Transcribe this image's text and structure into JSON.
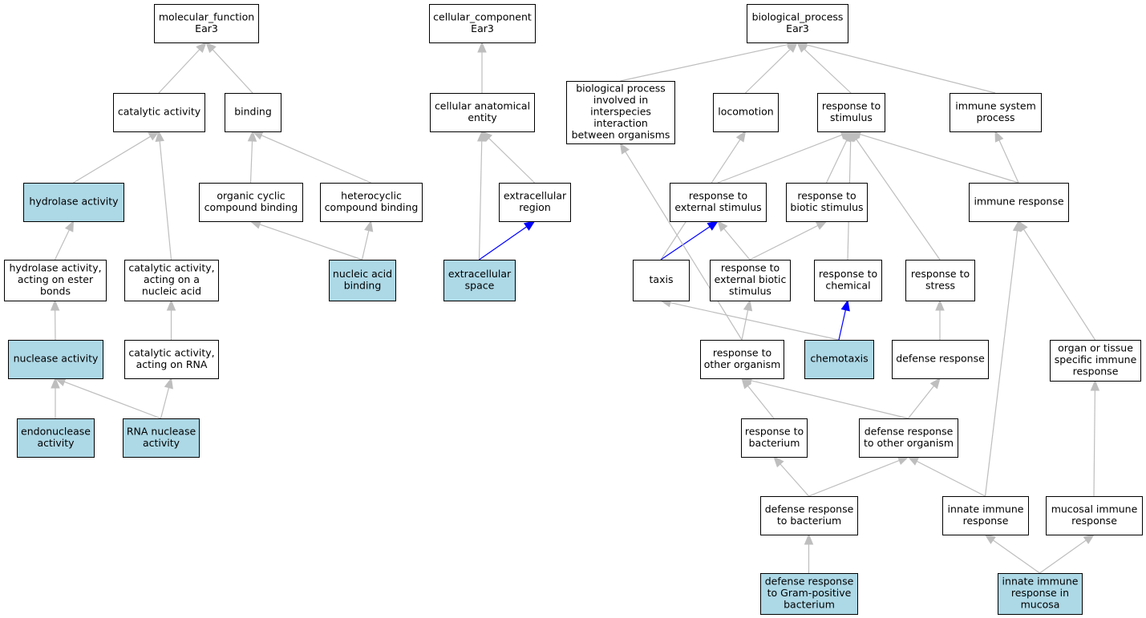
{
  "colors": {
    "highlight_fill": "#add8e6",
    "plain_fill": "#ffffff",
    "edge_default": "#bebebe",
    "edge_highlight": "#0000ff",
    "border": "#000000"
  },
  "nodes": [
    {
      "id": "mf",
      "lines": [
        "molecular_function",
        "Ear3"
      ],
      "highlighted": false
    },
    {
      "id": "cc",
      "lines": [
        "cellular_component",
        "Ear3"
      ],
      "highlighted": false
    },
    {
      "id": "bp",
      "lines": [
        "biological_process",
        "Ear3"
      ],
      "highlighted": false
    },
    {
      "id": "cat",
      "lines": [
        "catalytic activity"
      ],
      "highlighted": false
    },
    {
      "id": "binding",
      "lines": [
        "binding"
      ],
      "highlighted": false
    },
    {
      "id": "cae",
      "lines": [
        "cellular anatomical",
        "entity"
      ],
      "highlighted": false
    },
    {
      "id": "bpinter",
      "lines": [
        "biological process",
        "involved in",
        "interspecies",
        "interaction",
        "between organisms"
      ],
      "highlighted": false
    },
    {
      "id": "loco",
      "lines": [
        "locomotion"
      ],
      "highlighted": false
    },
    {
      "id": "rstim",
      "lines": [
        "response to",
        "stimulus"
      ],
      "highlighted": false
    },
    {
      "id": "isp",
      "lines": [
        "immune system",
        "process"
      ],
      "highlighted": false
    },
    {
      "id": "hydro",
      "lines": [
        "hydrolase activity"
      ],
      "highlighted": true
    },
    {
      "id": "occb",
      "lines": [
        "organic cyclic",
        "compound binding"
      ],
      "highlighted": false
    },
    {
      "id": "hcb",
      "lines": [
        "heterocyclic",
        "compound binding"
      ],
      "highlighted": false
    },
    {
      "id": "excreg",
      "lines": [
        "extracellular",
        "region"
      ],
      "highlighted": false
    },
    {
      "id": "rext",
      "lines": [
        "response to",
        "external stimulus"
      ],
      "highlighted": false
    },
    {
      "id": "rbio",
      "lines": [
        "response to",
        "biotic stimulus"
      ],
      "highlighted": false
    },
    {
      "id": "immresp",
      "lines": [
        "immune response"
      ],
      "highlighted": false
    },
    {
      "id": "hydroester",
      "lines": [
        "hydrolase activity,",
        "acting on ester",
        "bonds"
      ],
      "highlighted": false
    },
    {
      "id": "catna",
      "lines": [
        "catalytic activity,",
        "acting on a",
        "nucleic acid"
      ],
      "highlighted": false
    },
    {
      "id": "nab",
      "lines": [
        "nucleic acid",
        "binding"
      ],
      "highlighted": true
    },
    {
      "id": "excspace",
      "lines": [
        "extracellular",
        "space"
      ],
      "highlighted": true
    },
    {
      "id": "taxis",
      "lines": [
        "taxis"
      ],
      "highlighted": false
    },
    {
      "id": "rextbio",
      "lines": [
        "response to",
        "external biotic",
        "stimulus"
      ],
      "highlighted": false
    },
    {
      "id": "rchem",
      "lines": [
        "response to",
        "chemical"
      ],
      "highlighted": false
    },
    {
      "id": "rstress",
      "lines": [
        "response to",
        "stress"
      ],
      "highlighted": false
    },
    {
      "id": "nuclease",
      "lines": [
        "nuclease activity"
      ],
      "highlighted": true
    },
    {
      "id": "catrna",
      "lines": [
        "catalytic activity,",
        "acting on RNA"
      ],
      "highlighted": false
    },
    {
      "id": "roth",
      "lines": [
        "response to",
        "other organism"
      ],
      "highlighted": false
    },
    {
      "id": "chemo",
      "lines": [
        "chemotaxis"
      ],
      "highlighted": true
    },
    {
      "id": "defresp",
      "lines": [
        "defense response"
      ],
      "highlighted": false
    },
    {
      "id": "otsir",
      "lines": [
        "organ or tissue",
        "specific immune",
        "response"
      ],
      "highlighted": false
    },
    {
      "id": "endo",
      "lines": [
        "endonuclease",
        "activity"
      ],
      "highlighted": true
    },
    {
      "id": "rnanuc",
      "lines": [
        "RNA nuclease",
        "activity"
      ],
      "highlighted": true
    },
    {
      "id": "rbact",
      "lines": [
        "response to",
        "bacterium"
      ],
      "highlighted": false
    },
    {
      "id": "droth",
      "lines": [
        "defense response",
        "to other organism"
      ],
      "highlighted": false
    },
    {
      "id": "dbact",
      "lines": [
        "defense response",
        "to bacterium"
      ],
      "highlighted": false
    },
    {
      "id": "innate",
      "lines": [
        "innate immune",
        "response"
      ],
      "highlighted": false
    },
    {
      "id": "mucosal",
      "lines": [
        "mucosal immune",
        "response"
      ],
      "highlighted": false
    },
    {
      "id": "dgram",
      "lines": [
        "defense response",
        "to Gram-positive",
        "bacterium"
      ],
      "highlighted": true
    },
    {
      "id": "innmuc",
      "lines": [
        "innate immune",
        "response in",
        "mucosa"
      ],
      "highlighted": true
    }
  ],
  "edges": [
    {
      "from": "cat",
      "to": "mf",
      "highlighted": false
    },
    {
      "from": "binding",
      "to": "mf",
      "highlighted": false
    },
    {
      "from": "hydro",
      "to": "cat",
      "highlighted": false
    },
    {
      "from": "catna",
      "to": "cat",
      "highlighted": false
    },
    {
      "from": "occb",
      "to": "binding",
      "highlighted": false
    },
    {
      "from": "hcb",
      "to": "binding",
      "highlighted": false
    },
    {
      "from": "nab",
      "to": "occb",
      "highlighted": false
    },
    {
      "from": "nab",
      "to": "hcb",
      "highlighted": false
    },
    {
      "from": "hydroester",
      "to": "hydro",
      "highlighted": false
    },
    {
      "from": "nuclease",
      "to": "hydroester",
      "highlighted": false
    },
    {
      "from": "catrna",
      "to": "catna",
      "highlighted": false
    },
    {
      "from": "endo",
      "to": "nuclease",
      "highlighted": false
    },
    {
      "from": "rnanuc",
      "to": "nuclease",
      "highlighted": false
    },
    {
      "from": "rnanuc",
      "to": "catrna",
      "highlighted": false
    },
    {
      "from": "cae",
      "to": "cc",
      "highlighted": false
    },
    {
      "from": "excreg",
      "to": "cae",
      "highlighted": false
    },
    {
      "from": "excspace",
      "to": "cae",
      "highlighted": false
    },
    {
      "from": "excspace",
      "to": "excreg",
      "highlighted": true
    },
    {
      "from": "bpinter",
      "to": "bp",
      "highlighted": false
    },
    {
      "from": "loco",
      "to": "bp",
      "highlighted": false
    },
    {
      "from": "rstim",
      "to": "bp",
      "highlighted": false
    },
    {
      "from": "isp",
      "to": "bp",
      "highlighted": false
    },
    {
      "from": "rext",
      "to": "rstim",
      "highlighted": false
    },
    {
      "from": "rbio",
      "to": "rstim",
      "highlighted": false
    },
    {
      "from": "rchem",
      "to": "rstim",
      "highlighted": false
    },
    {
      "from": "rstress",
      "to": "rstim",
      "highlighted": false
    },
    {
      "from": "immresp",
      "to": "rstim",
      "highlighted": false
    },
    {
      "from": "immresp",
      "to": "isp",
      "highlighted": false
    },
    {
      "from": "taxis",
      "to": "loco",
      "highlighted": false
    },
    {
      "from": "taxis",
      "to": "rext",
      "highlighted": true
    },
    {
      "from": "rextbio",
      "to": "rext",
      "highlighted": false
    },
    {
      "from": "rextbio",
      "to": "rbio",
      "highlighted": false
    },
    {
      "from": "roth",
      "to": "bpinter",
      "highlighted": false
    },
    {
      "from": "roth",
      "to": "rextbio",
      "highlighted": false
    },
    {
      "from": "chemo",
      "to": "taxis",
      "highlighted": false
    },
    {
      "from": "chemo",
      "to": "rchem",
      "highlighted": true
    },
    {
      "from": "defresp",
      "to": "rstress",
      "highlighted": false
    },
    {
      "from": "otsir",
      "to": "immresp",
      "highlighted": false
    },
    {
      "from": "rbact",
      "to": "roth",
      "highlighted": false
    },
    {
      "from": "droth",
      "to": "roth",
      "highlighted": false
    },
    {
      "from": "droth",
      "to": "defresp",
      "highlighted": false
    },
    {
      "from": "dbact",
      "to": "rbact",
      "highlighted": false
    },
    {
      "from": "dbact",
      "to": "droth",
      "highlighted": false
    },
    {
      "from": "innate",
      "to": "droth",
      "highlighted": false
    },
    {
      "from": "innate",
      "to": "immresp",
      "highlighted": false
    },
    {
      "from": "mucosal",
      "to": "otsir",
      "highlighted": false
    },
    {
      "from": "dgram",
      "to": "dbact",
      "highlighted": false
    },
    {
      "from": "innmuc",
      "to": "innate",
      "highlighted": false
    },
    {
      "from": "innmuc",
      "to": "mucosal",
      "highlighted": false
    }
  ]
}
